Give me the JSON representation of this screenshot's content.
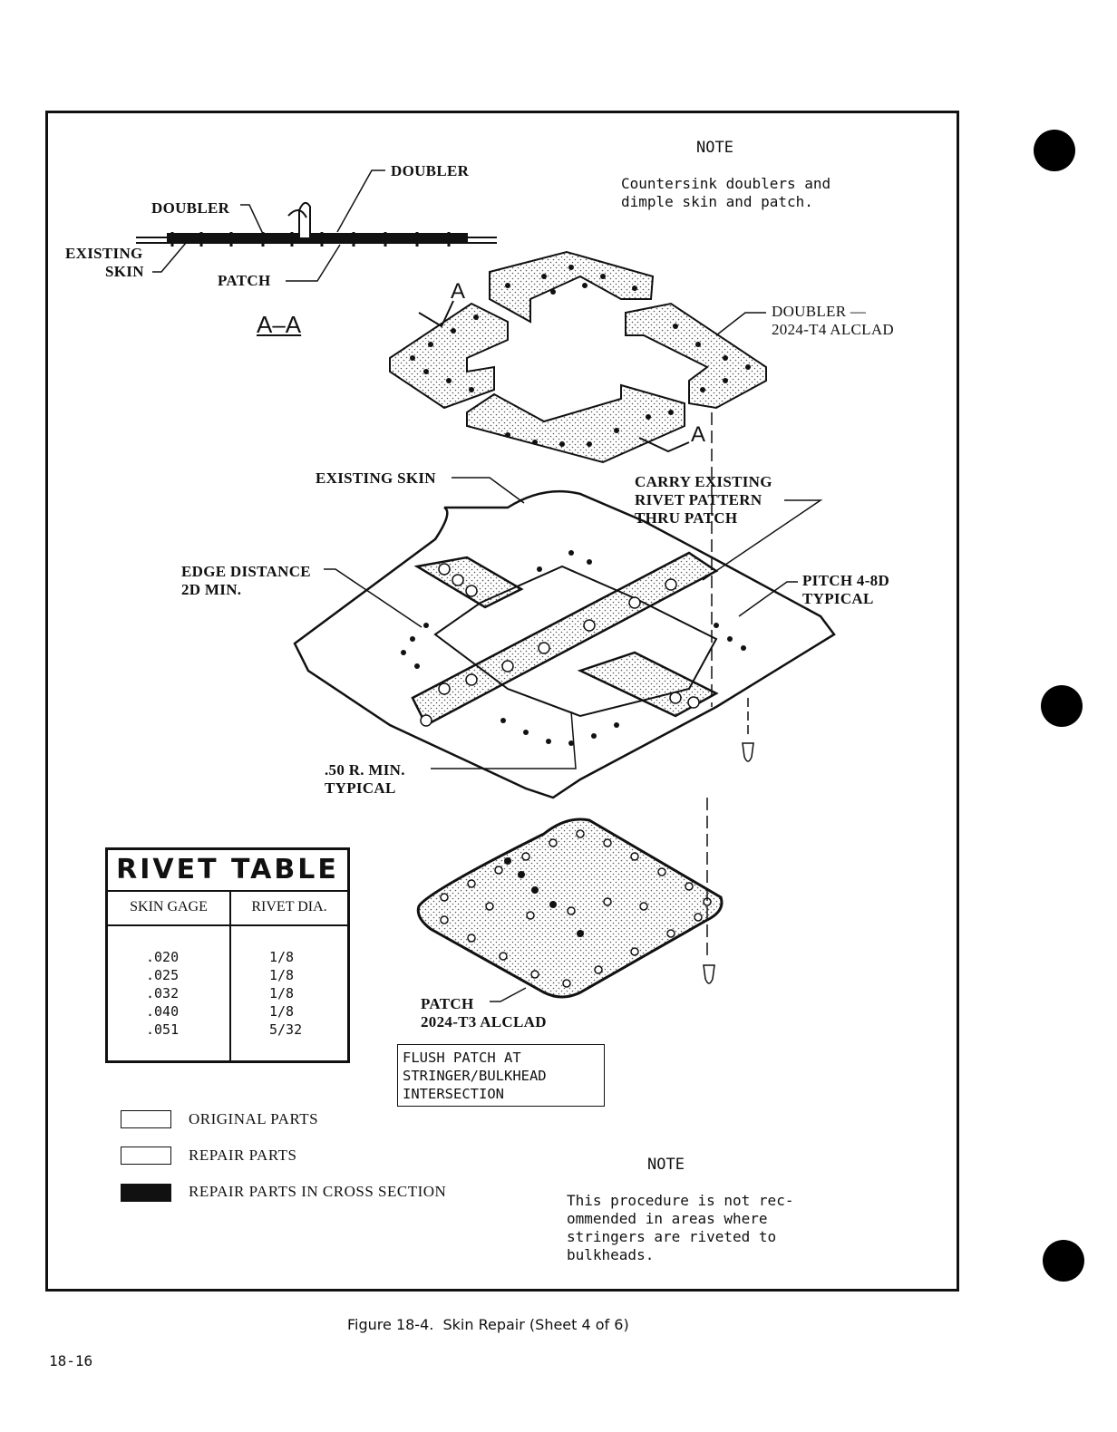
{
  "section_a_a": {
    "labels": {
      "doubler_left": "DOUBLER",
      "doubler_right": "DOUBLER",
      "existing_skin_line1": "EXISTING",
      "existing_skin_line2": "SKIN",
      "patch": "PATCH",
      "section_title": "A–A"
    }
  },
  "notes": {
    "top": {
      "heading": "NOTE",
      "body": "Countersink doublers and\ndimple skin and patch."
    },
    "bottom": {
      "heading": "NOTE",
      "body": "This procedure is not rec-\nommended in areas where\nstringers are riveted to\nbulkheads."
    }
  },
  "callouts": {
    "doubler_material": "DOUBLER —\n2024-T4 ALCLAD",
    "cut_a_top": "A",
    "cut_a_bottom": "A",
    "existing_skin": "EXISTING SKIN",
    "carry_rivet": "CARRY EXISTING\nRIVET PATTERN\nTHRU PATCH",
    "edge_distance": "EDGE DISTANCE\n2D MIN.",
    "pitch": "PITCH 4-8D\nTYPICAL",
    "radius": ".50 R. MIN.\nTYPICAL",
    "patch_material": "PATCH\n2024-T3 ALCLAD"
  },
  "rivet_table": {
    "title": "RIVET TABLE",
    "headers": [
      "SKIN GAGE",
      "RIVET DIA."
    ],
    "skin_gage": ".020\n.025\n.032\n.040\n.051",
    "rivet_dia": "1/8\n1/8\n1/8\n1/8\n5/32"
  },
  "flush_box": "FLUSH PATCH AT\nSTRINGER/BULKHEAD\nINTERSECTION",
  "legend": [
    {
      "label": "ORIGINAL PARTS"
    },
    {
      "label": "REPAIR PARTS"
    },
    {
      "label": "REPAIR PARTS IN CROSS SECTION"
    }
  ],
  "caption": "Figure 18-4.  Skin Repair (Sheet 4 of 6)",
  "page_number": "18-16"
}
